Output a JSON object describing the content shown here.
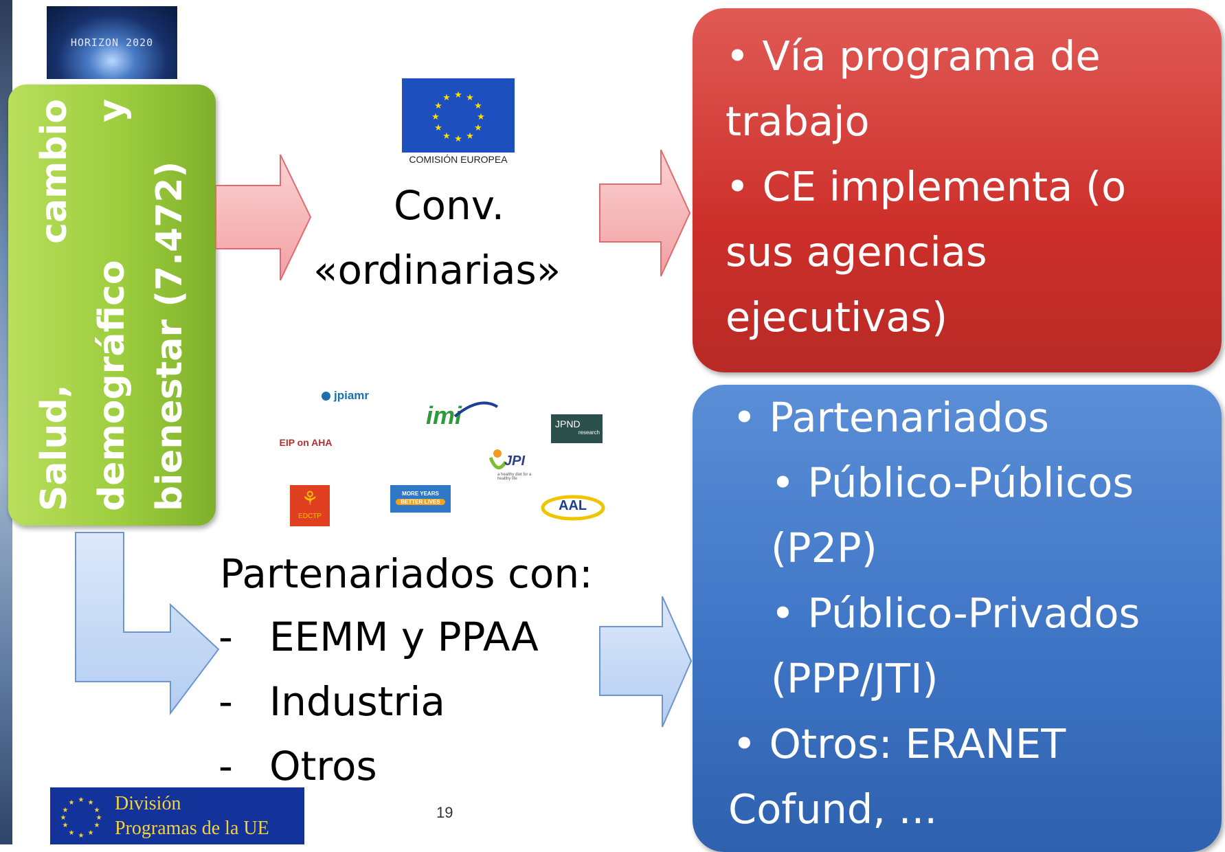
{
  "logo_text": "HORIZON 2020",
  "green_box": {
    "lines": [
      "Salud, cambio",
      "demográfico y",
      "bienestar (7.472)"
    ]
  },
  "eu_flag": {
    "caption": "COMISIÓN EUROPEA"
  },
  "conv": {
    "line1": "Conv.",
    "line2": "«ordinarias»"
  },
  "red_box": {
    "lines": [
      "• Vía programa de",
      "trabajo",
      "• CE implementa (o",
      "sus agencias",
      "ejecutivas)"
    ]
  },
  "partner_logos": {
    "jpiamr": "jpiamr",
    "imi": "imi",
    "jpnd": "JPND",
    "jpnd_sub": "research",
    "jpi": "JPI",
    "jpi_sub": "a healthy diet for a healthy life",
    "more_years": "MORE YEARS",
    "better_lives": "BETTER LIVES",
    "aal": "AAL",
    "edctp": "EDCTP",
    "wordcloud": "EIP on AHA"
  },
  "partenariados": {
    "heading": "Partenariados con:",
    "items": [
      "EEMM y PPAA",
      "Industria",
      "Otros"
    ],
    "dash": "-"
  },
  "blue_box": {
    "lines": [
      "• Partenariados",
      "• Público-Públicos",
      "(P2P)",
      "• Público-Privados",
      "(PPP/JTI)",
      "• Otros: ERANET",
      "Cofund, ..."
    ]
  },
  "footer": {
    "division_line1": "División",
    "division_line2": "Programas de la UE",
    "page_number": "19"
  },
  "colors": {
    "green": "#9ccd3e",
    "red": "#cd2f2a",
    "blue": "#3f75c6",
    "arrow_red_fill": "#f7b9bb",
    "arrow_blue_fill": "#c9dbf6"
  }
}
